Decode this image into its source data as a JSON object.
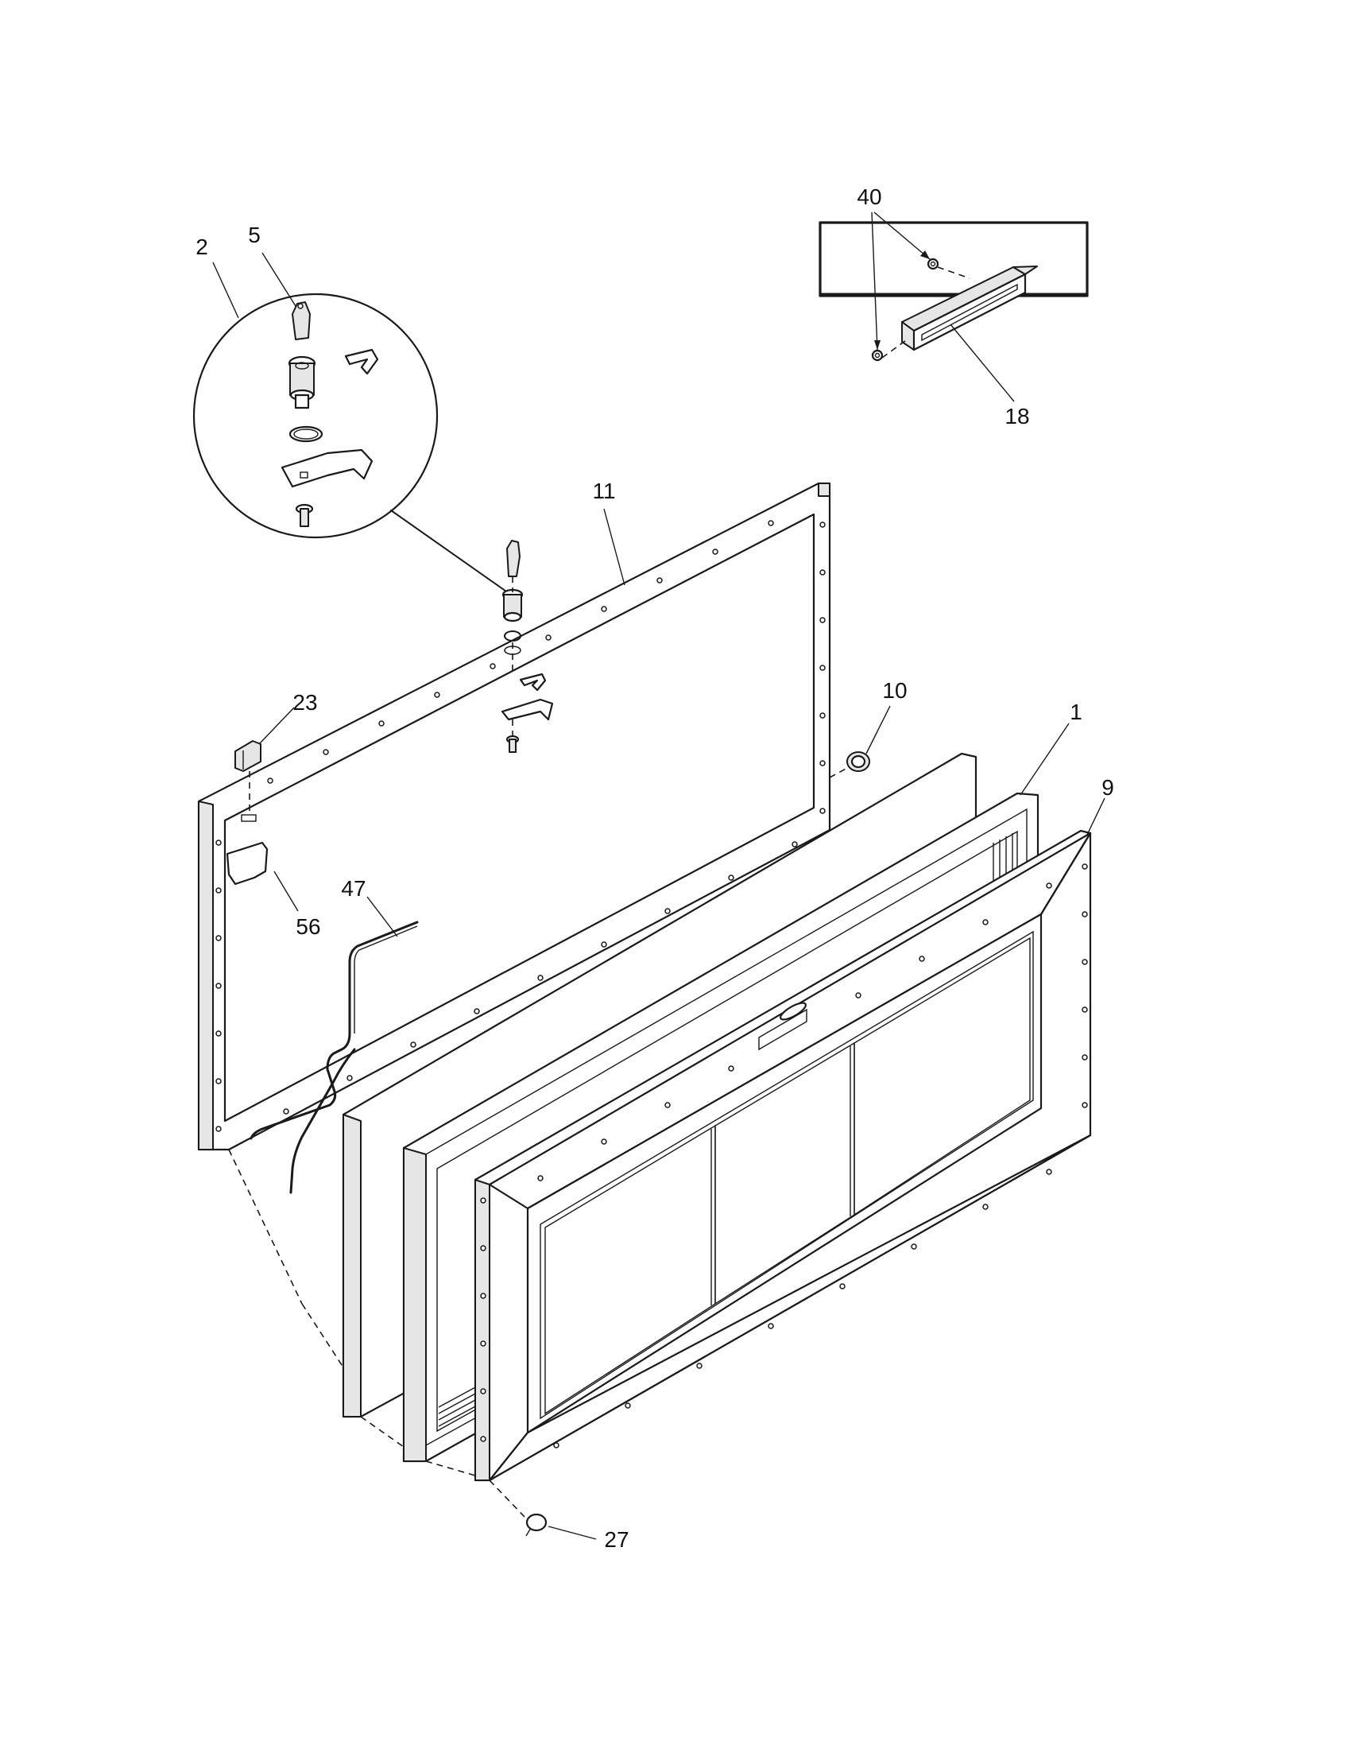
{
  "callouts": [
    {
      "id": "c5",
      "text": "5"
    },
    {
      "id": "c2",
      "text": "2"
    },
    {
      "id": "c40",
      "text": "40"
    },
    {
      "id": "c18",
      "text": "18"
    },
    {
      "id": "c11",
      "text": "11"
    },
    {
      "id": "c23",
      "text": "23"
    },
    {
      "id": "c10",
      "text": "10"
    },
    {
      "id": "c1",
      "text": "1"
    },
    {
      "id": "c9",
      "text": "9"
    },
    {
      "id": "c47",
      "text": "47"
    },
    {
      "id": "c56",
      "text": "56"
    },
    {
      "id": "c27",
      "text": "27"
    }
  ],
  "colors": {
    "line": "#1a1a1a",
    "background": "#ffffff"
  }
}
